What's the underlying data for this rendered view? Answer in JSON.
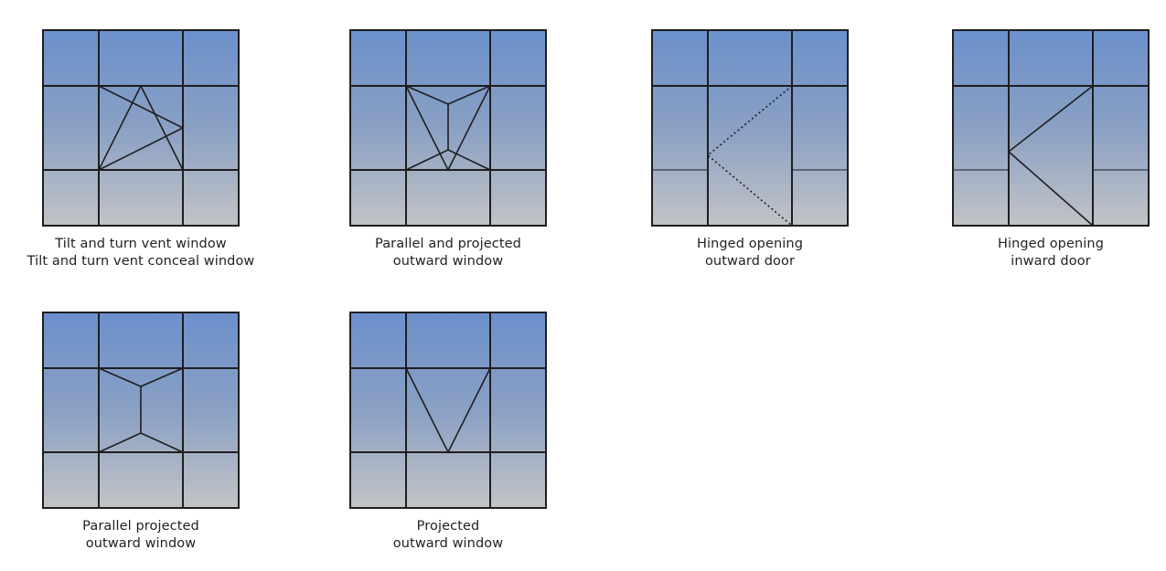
{
  "diagrams": [
    {
      "symbol": "tilt-and-turn",
      "caption": [
        "Tilt and turn vent window",
        "Tilt and turn vent conceal window"
      ]
    },
    {
      "symbol": "parallel-and-projected",
      "caption": [
        "Parallel and projected",
        "outward window"
      ]
    },
    {
      "symbol": "hinged-outward",
      "caption": [
        "Hinged opening",
        "outward door"
      ]
    },
    {
      "symbol": "hinged-inward",
      "caption": [
        "Hinged opening",
        "inward door"
      ]
    },
    {
      "symbol": "parallel-projected",
      "caption": [
        "Parallel projected",
        "outward window"
      ]
    },
    {
      "symbol": "projected",
      "caption": [
        "Projected",
        "outward window"
      ]
    }
  ],
  "colors": {
    "glass_top": "#6b90cc",
    "glass_mid": "#8aa0c4",
    "glass_bottom": "#c2c4c6",
    "frame": "#1e1e1e"
  }
}
